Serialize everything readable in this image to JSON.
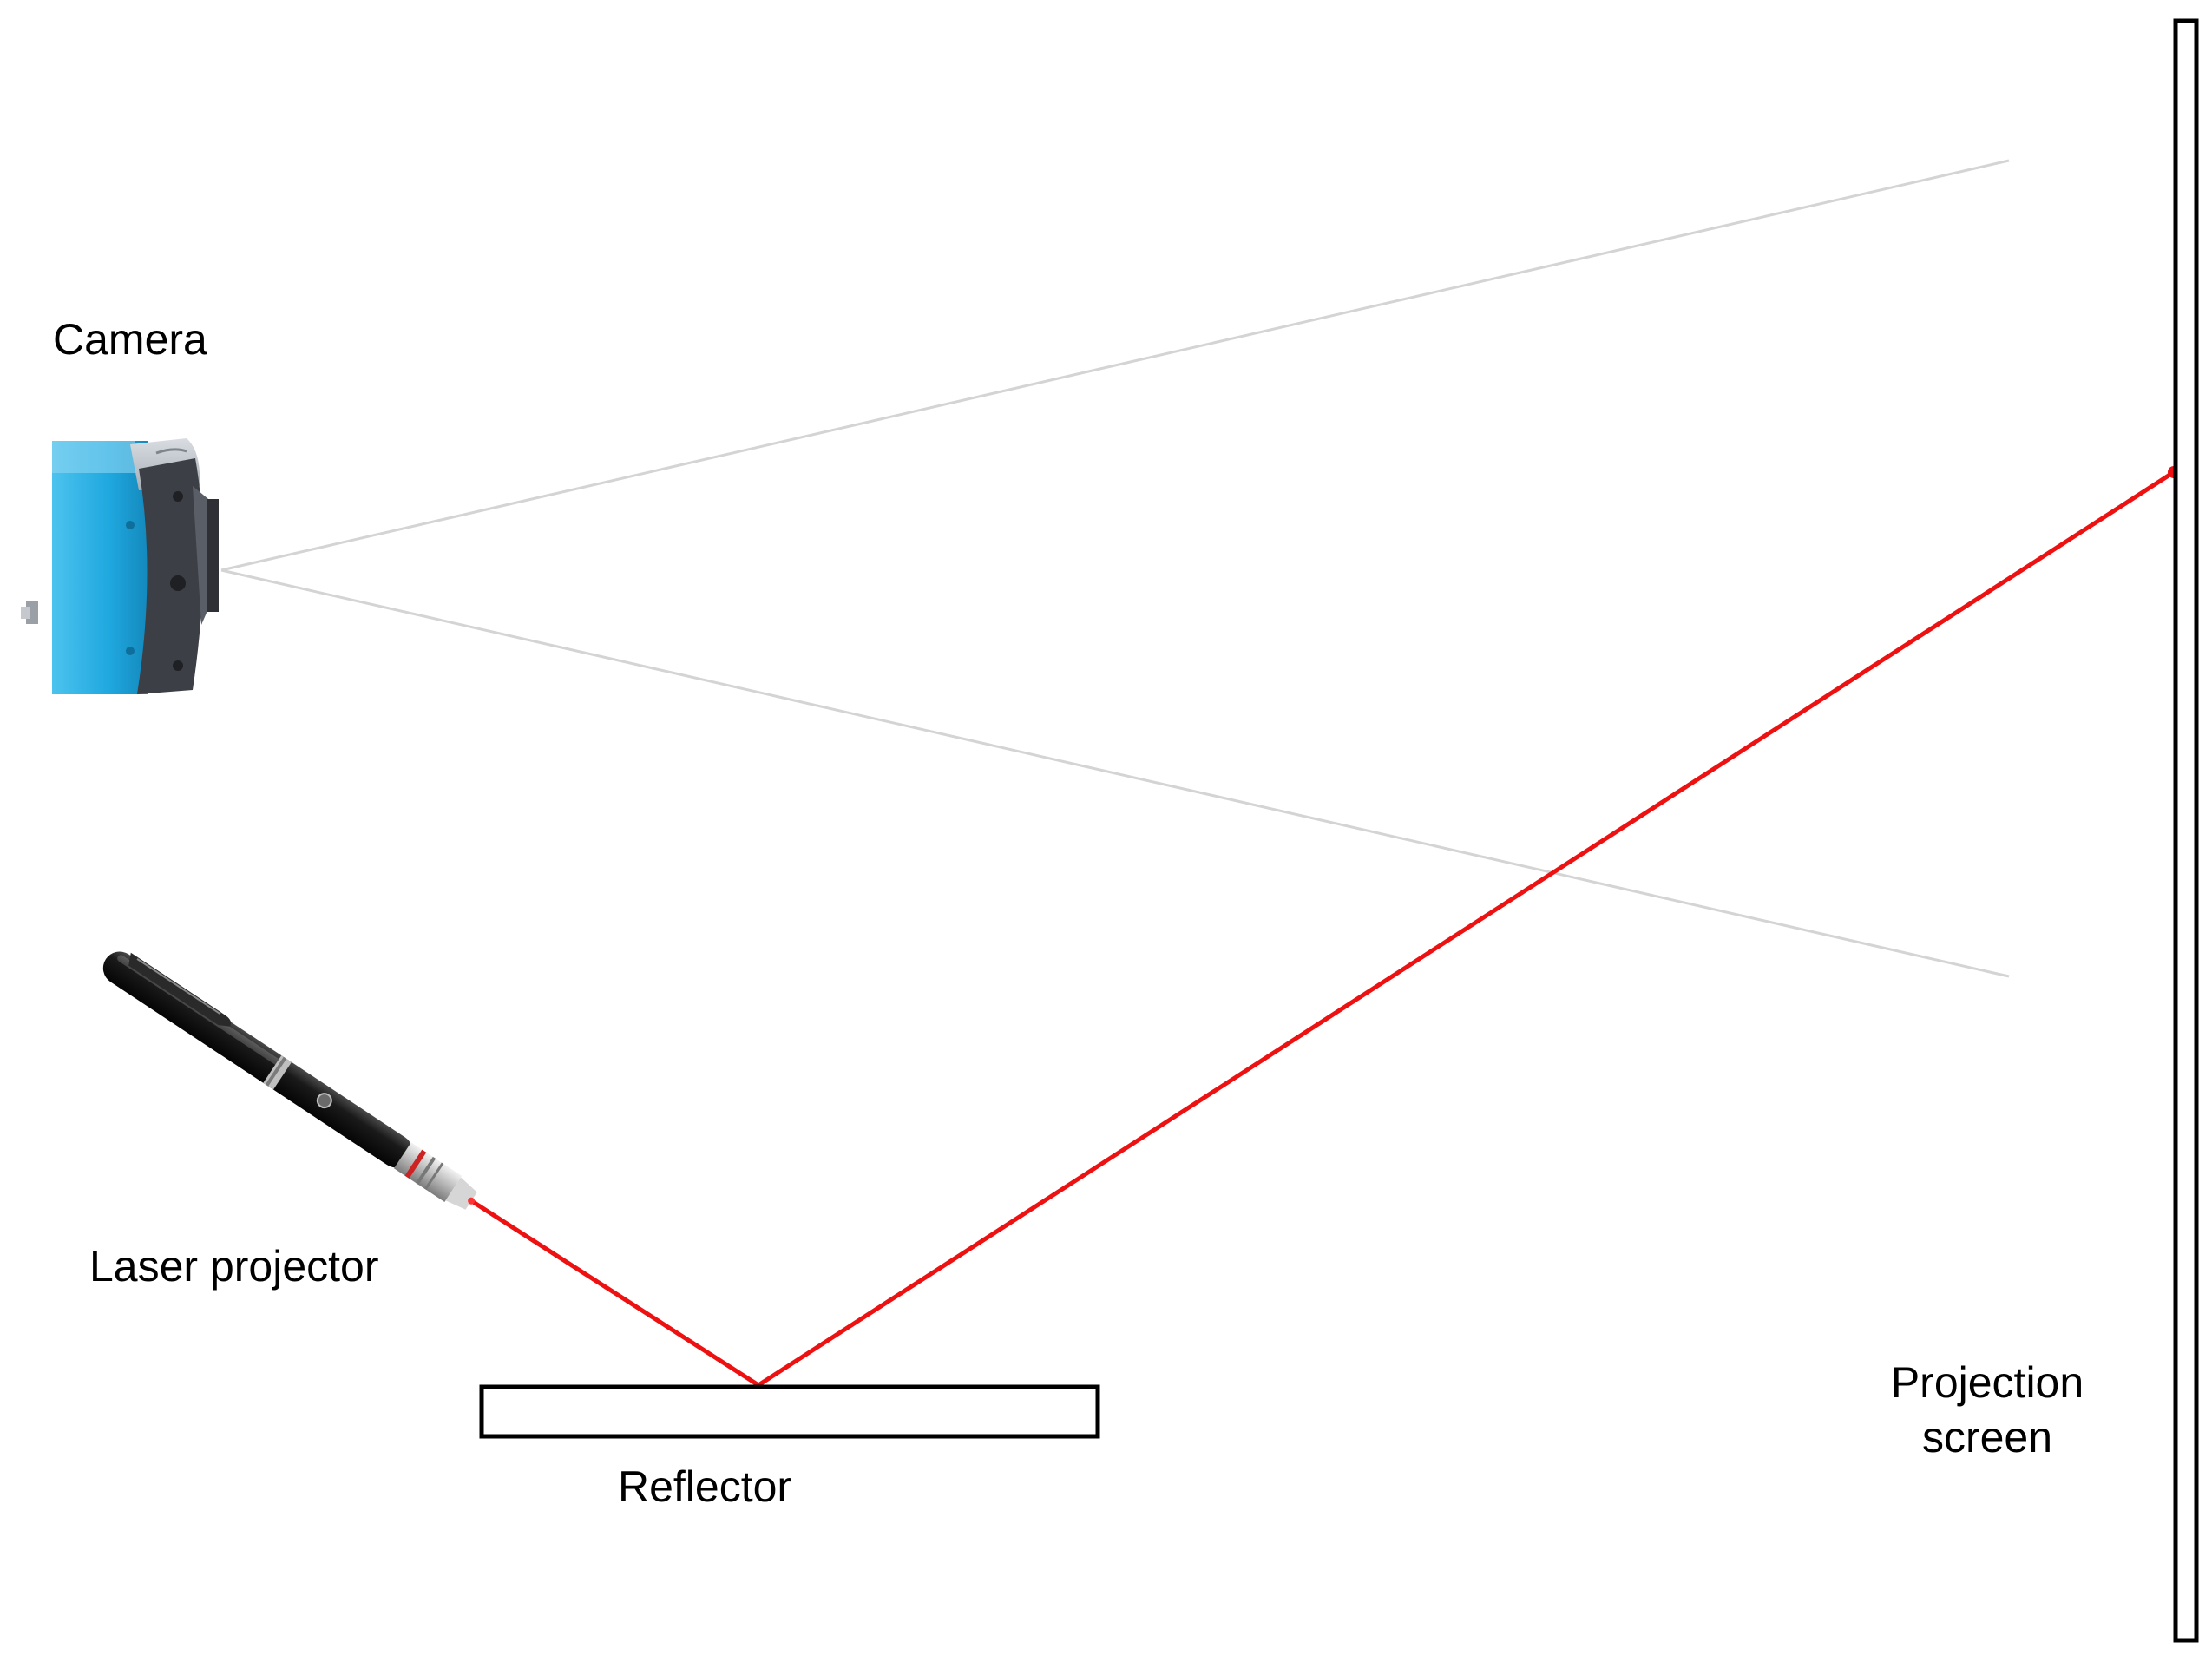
{
  "labels": {
    "camera": "Camera",
    "laser_projector": "Laser projector",
    "reflector": "Reflector",
    "projection_screen_line1": "Projection",
    "projection_screen_line2": "screen"
  },
  "colors": {
    "laser_beam": "#ee1111",
    "field_of_view": "#d4d4d4",
    "outline": "#000000",
    "camera_body": "#1fa8df",
    "camera_face": "#3c3f46",
    "laser_pen": "#151515"
  },
  "icons": {
    "camera": "camera-icon",
    "laser_projector": "laser-pointer-icon"
  }
}
